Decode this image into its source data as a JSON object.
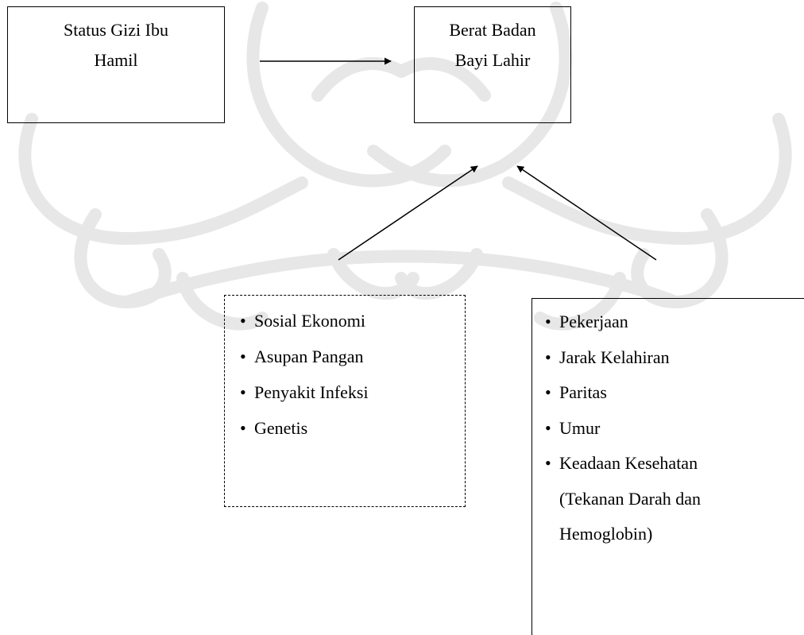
{
  "diagram": {
    "main_variable": {
      "line1": "Status Gizi Ibu",
      "line2": "Hamil"
    },
    "outcome_variable": {
      "line1": "Berat Badan",
      "line2": "Bayi Lahir"
    },
    "bullet_glyph": "•",
    "confounders_not_studied": {
      "border_style": "dashed",
      "items": [
        "Sosial Ekonomi",
        "Asupan Pangan",
        "Penyakit Infeksi",
        "Genetis"
      ]
    },
    "confounders_studied": {
      "border_style": "solid",
      "items": [
        "Pekerjaan",
        "Jarak Kelahiran",
        "Paritas",
        "Umur",
        "Keadaan Kesehatan"
      ],
      "last_item_continuation": [
        "(Tekanan Darah dan",
        "Hemoglobin)"
      ]
    },
    "colors": {
      "line": "#000000",
      "background": "#ffffff",
      "watermark": "#e7e7e7"
    }
  }
}
